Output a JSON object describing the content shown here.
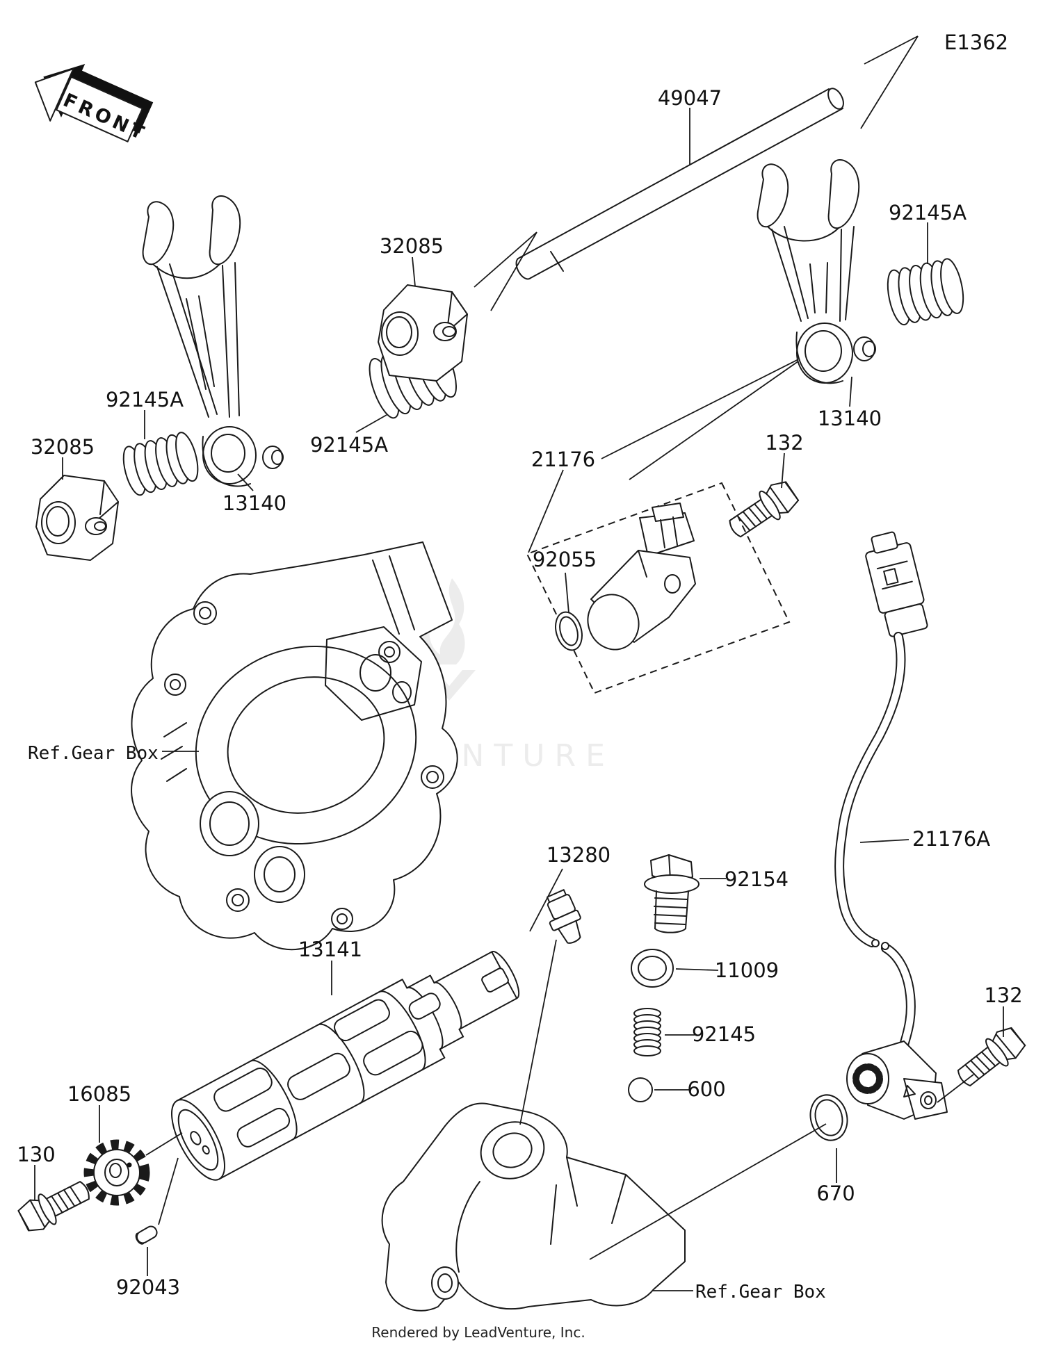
{
  "colors": {
    "line": "#1a1a1a",
    "watermark": "#ececec",
    "background": "#ffffff"
  },
  "orientation": {
    "front_label": "FRONT"
  },
  "reference": {
    "diagram_code": "E1362"
  },
  "watermark": {
    "text": "LEADVENTURE"
  },
  "footer": {
    "text": "Rendered by LeadVenture, Inc."
  },
  "labels": {
    "rod_49047": "49047",
    "spring_right_92145a": "92145A",
    "block_center_32085": "32085",
    "fork_right_13140": "13140",
    "bolt_top_132": "132",
    "sensor_21176": "21176",
    "oring_sensor_92055": "92055",
    "spring_left_92145a": "92145A",
    "spring_center_92145a": "92145A",
    "block_left_32085": "32085",
    "fork_center_13140": "13140",
    "ref_gearbox_left": "Ref.Gear Box",
    "cable_sensor_21176a": "21176A",
    "switch_13280": "13280",
    "drain_bolt_92154": "92154",
    "gasket_11009": "11009",
    "drum_13141": "13141",
    "spring_detent_92145": "92145",
    "ball_600": "600",
    "gear_16085": "16085",
    "bolt_left_130": "130",
    "oring_bottom_670": "670",
    "bolt_right_132": "132",
    "pin_92043": "92043",
    "ref_gearbox_bottom": "Ref.Gear Box"
  }
}
